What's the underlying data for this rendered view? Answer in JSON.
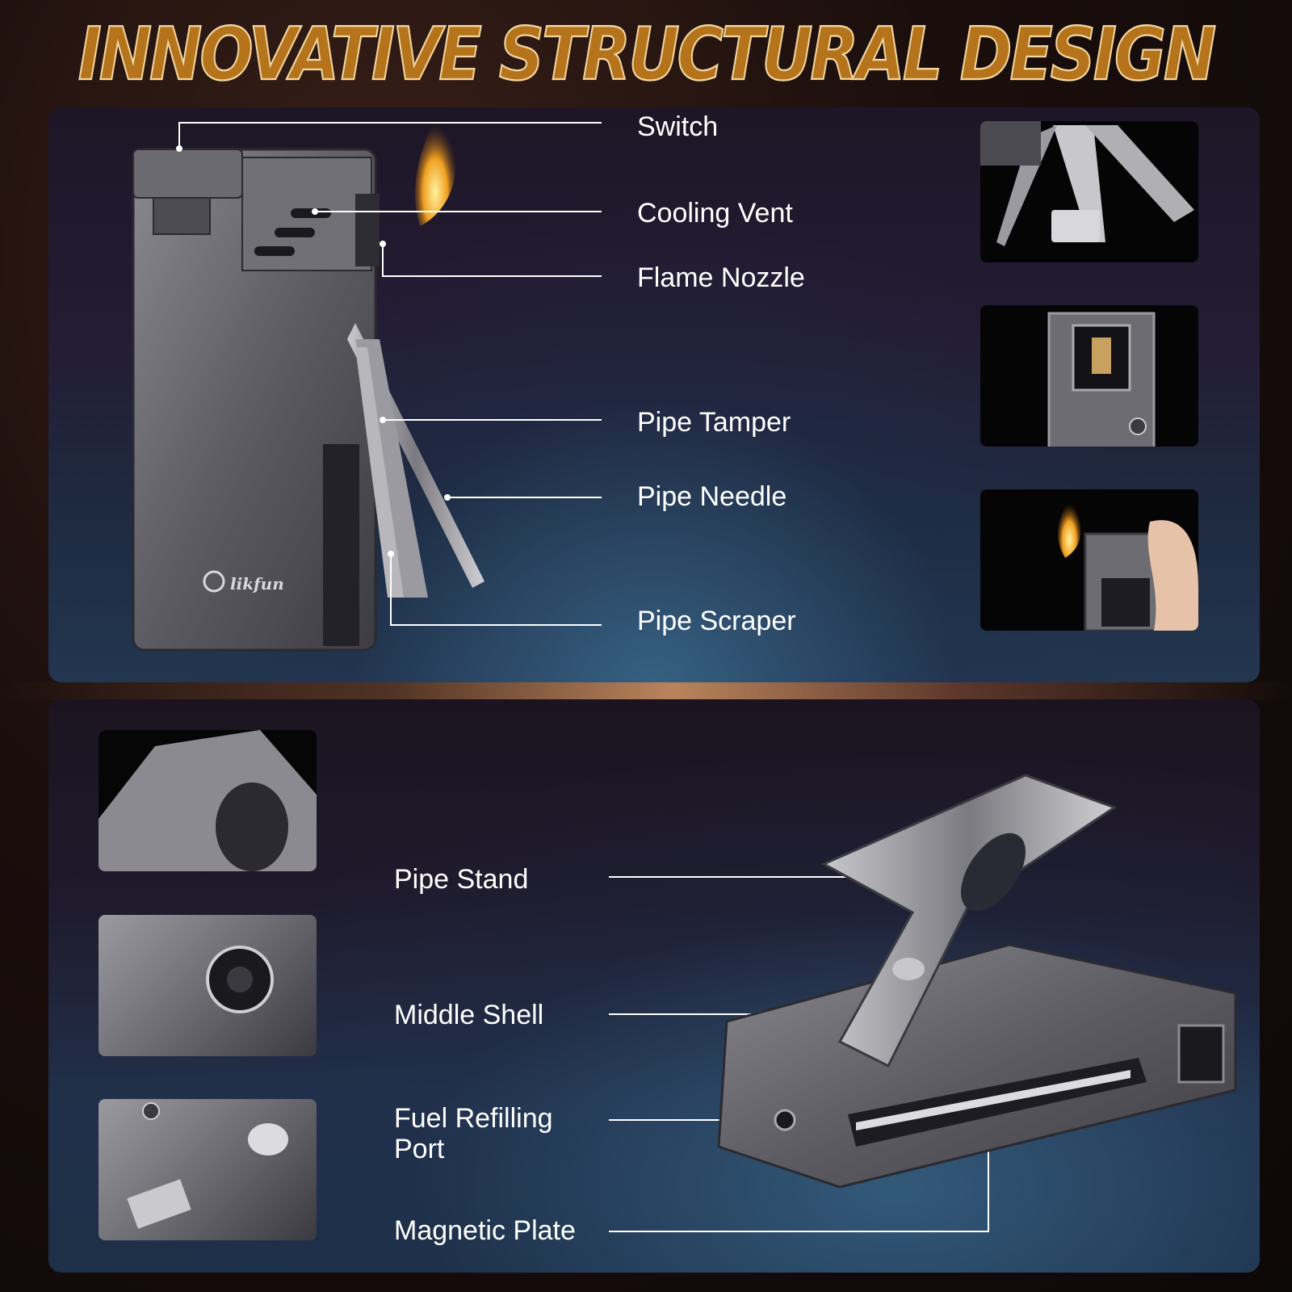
{
  "header": {
    "title": "INNOVATIVE STRUCTURAL DESIGN"
  },
  "top_section": {
    "labels": {
      "switch": "Switch",
      "cooling_vent": "Cooling Vent",
      "flame_nozzle": "Flame Nozzle",
      "pipe_tamper": "Pipe Tamper",
      "pipe_needle": "Pipe Needle",
      "pipe_scraper": "Pipe Scraper"
    },
    "brand": "likfun"
  },
  "bottom_section": {
    "labels": {
      "pipe_stand": "Pipe Stand",
      "middle_shell": "Middle Shell",
      "fuel_refilling_port": "Fuel Refilling\nPort",
      "magnetic_plate": "Magnetic Plate"
    }
  },
  "colors": {
    "title_fill": "#b5741c",
    "title_stroke": "#f2d6a0",
    "label_text": "#ffffff",
    "leader_line": "#ffffff"
  }
}
